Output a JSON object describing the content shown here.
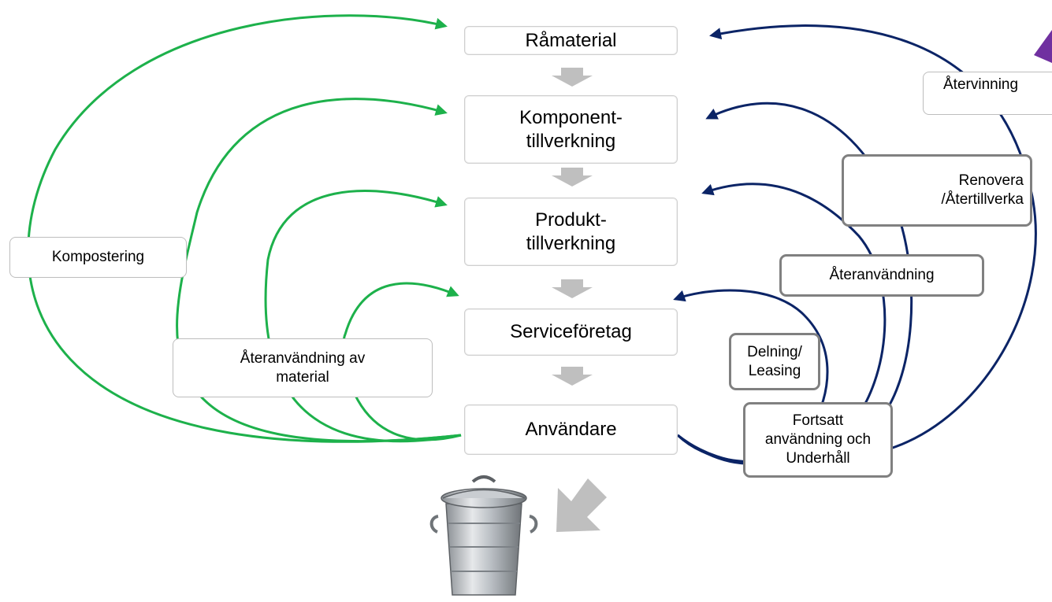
{
  "stages": {
    "raw": "Råmaterial",
    "component": "Komponent-\ntillverkning",
    "product": "Produkt-\ntillverkning",
    "service": "Serviceföretag",
    "user": "Användare"
  },
  "left_labels": {
    "composting": "Kompostering",
    "material_reuse": "Återanvändning av\nmaterial"
  },
  "right_labels": {
    "recycling": "Återvinning",
    "renovate": "Renovera\n/Återtillverka",
    "reuse": "Återanvändning",
    "sharing": "Delning/\nLeasing",
    "maintenance": "Fortsatt\nanvändning och\nUnderhåll"
  },
  "colors": {
    "green_flow": "#1db14b",
    "navy_flow": "#0b2466",
    "down_arrow": "#bfbfbf",
    "purple_shape": "#7030a0"
  },
  "icons": {
    "bin": "trash-can-icon"
  }
}
